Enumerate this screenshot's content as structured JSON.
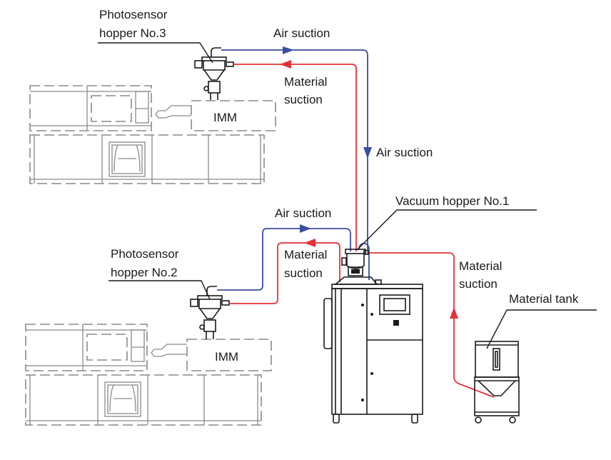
{
  "diagram": {
    "labels": {
      "hopper3": [
        "Photosensor",
        "hopper No.3"
      ],
      "hopper2": [
        "Photosensor",
        "hopper No.2"
      ],
      "vacuum_hopper": "Vacuum hopper No.1",
      "material_tank": "Material tank",
      "imm_top": "IMM",
      "imm_bottom": "IMM",
      "air_suction_top": "Air suction",
      "air_suction_vertical": "Air suction",
      "air_suction_mid": "Air suction",
      "material_suction_top": [
        "Material",
        "suction"
      ],
      "material_suction_mid": [
        "Material",
        "suction"
      ],
      "material_suction_right": [
        "Material",
        "suction"
      ]
    },
    "colors": {
      "air_line": "#3b4f9e",
      "material_line": "#e5323a",
      "machine_outline": "#8a8a8a",
      "equipment": "#1a1a1a"
    },
    "flows": [
      {
        "name": "air suction",
        "color": "blue",
        "direction": "hopper No.3 → vacuum hopper No.1"
      },
      {
        "name": "material suction",
        "color": "red",
        "direction": "vacuum hopper No.1 → hopper No.3"
      },
      {
        "name": "air suction",
        "color": "blue",
        "direction": "hopper No.2 → vacuum hopper No.1"
      },
      {
        "name": "material suction",
        "color": "red",
        "direction": "vacuum hopper No.1 → hopper No.2"
      },
      {
        "name": "material suction",
        "color": "red",
        "direction": "material tank → vacuum hopper No.1"
      }
    ]
  }
}
